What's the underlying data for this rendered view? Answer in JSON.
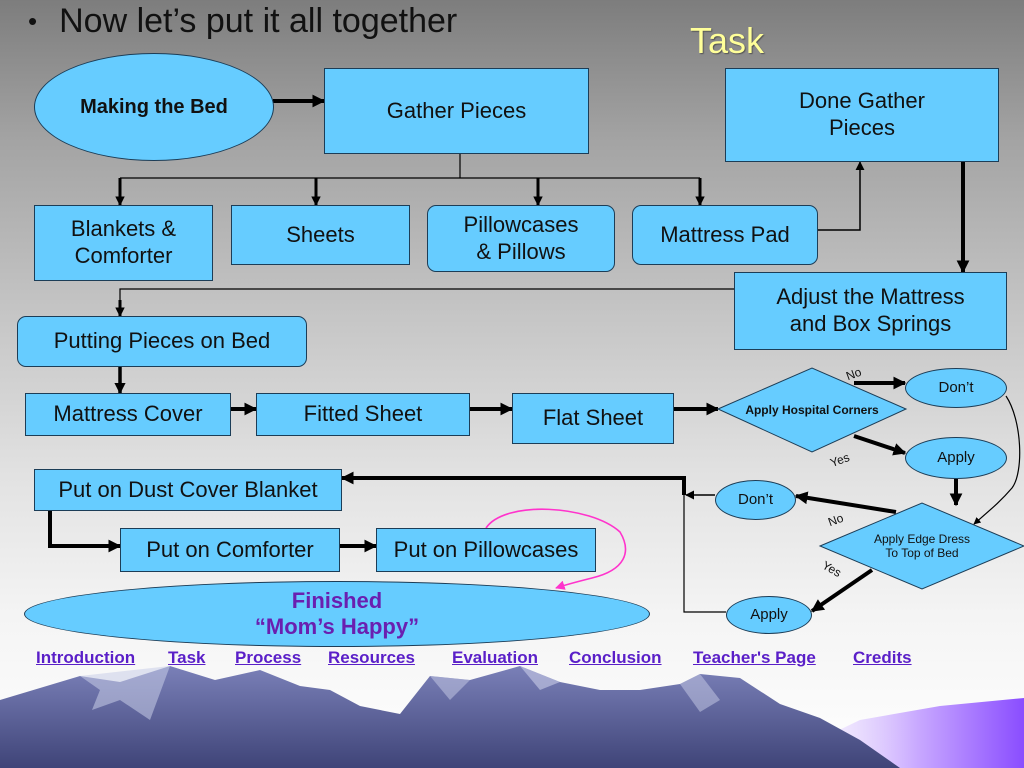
{
  "slide": {
    "bullet": "•",
    "title": "Now let’s put it all together",
    "label": "Task"
  },
  "colors": {
    "box_fill": "#66ccff",
    "box_border": "#1c3d57",
    "title_label": "#ffff99",
    "finished_text": "#6a1fb0",
    "link": "#5a1fc8",
    "pink_connector": "#ff33cc"
  },
  "flow": {
    "making_the_bed": "Making the Bed",
    "gather_pieces": "Gather Pieces",
    "done_gather_pieces": "Done Gather\nPieces",
    "blankets_comforter": "Blankets &\nComforter",
    "sheets": "Sheets",
    "pillowcases_pillows": "Pillowcases\n& Pillows",
    "mattress_pad": "Mattress Pad",
    "adjust_mattress": "Adjust the Mattress\nand Box Springs",
    "putting_pieces_on_bed": "Putting Pieces on Bed",
    "mattress_cover": "Mattress Cover",
    "fitted_sheet": "Fitted Sheet",
    "flat_sheet": "Flat Sheet",
    "apply_hospital_corners": "Apply Hospital Corners",
    "dont_top": "Don’t",
    "apply_top": "Apply",
    "put_on_dust_cover": "Put on Dust Cover Blanket",
    "dont_bottom": "Don’t",
    "apply_edge_dress": "Apply Edge Dress\nTo Top of Bed",
    "put_on_comforter": "Put on Comforter",
    "put_on_pillowcases": "Put on Pillowcases",
    "apply_bottom": "Apply",
    "finished_line1": "Finished",
    "finished_line2": "“Mom’s Happy”",
    "label_no_1": "No",
    "label_yes_1": "Yes",
    "label_no_2": "No",
    "label_yes_2": "Yes"
  },
  "nav": {
    "introduction": "Introduction",
    "task": "Task",
    "process": "Process",
    "resources": "Resources",
    "evaluation": "Evaluation",
    "conclusion": "Conclusion",
    "teachers_page": "Teacher's Page",
    "credits": "Credits"
  }
}
